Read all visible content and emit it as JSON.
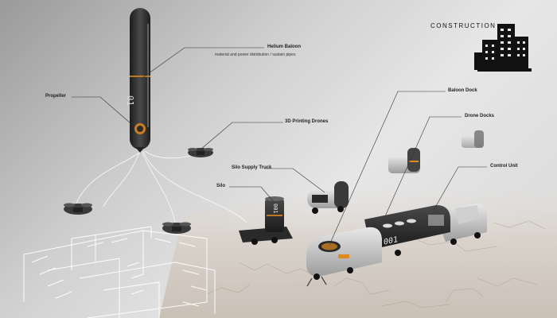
{
  "title": "CONSTRUCTION",
  "labels": {
    "helium_balloon": "Helium Baloon",
    "helium_balloon_sub": "material and power distribution / sustain pipes",
    "propeller": "Propeller",
    "printing_drones": "3D Printing Drones",
    "silo_supply_truck": "Silo Supply Truck",
    "silo": "Silo",
    "balloon_dock": "Baloon Dock",
    "drone_docks": "Drone Docks",
    "control_unit": "Control Unit"
  },
  "markings": {
    "balloon_number": "01",
    "silo_number": "001",
    "train_number": "001"
  },
  "colors": {
    "accent": "#e08a1e",
    "body_dark": "#2c2c2c",
    "body_light": "#cfcfcf"
  }
}
